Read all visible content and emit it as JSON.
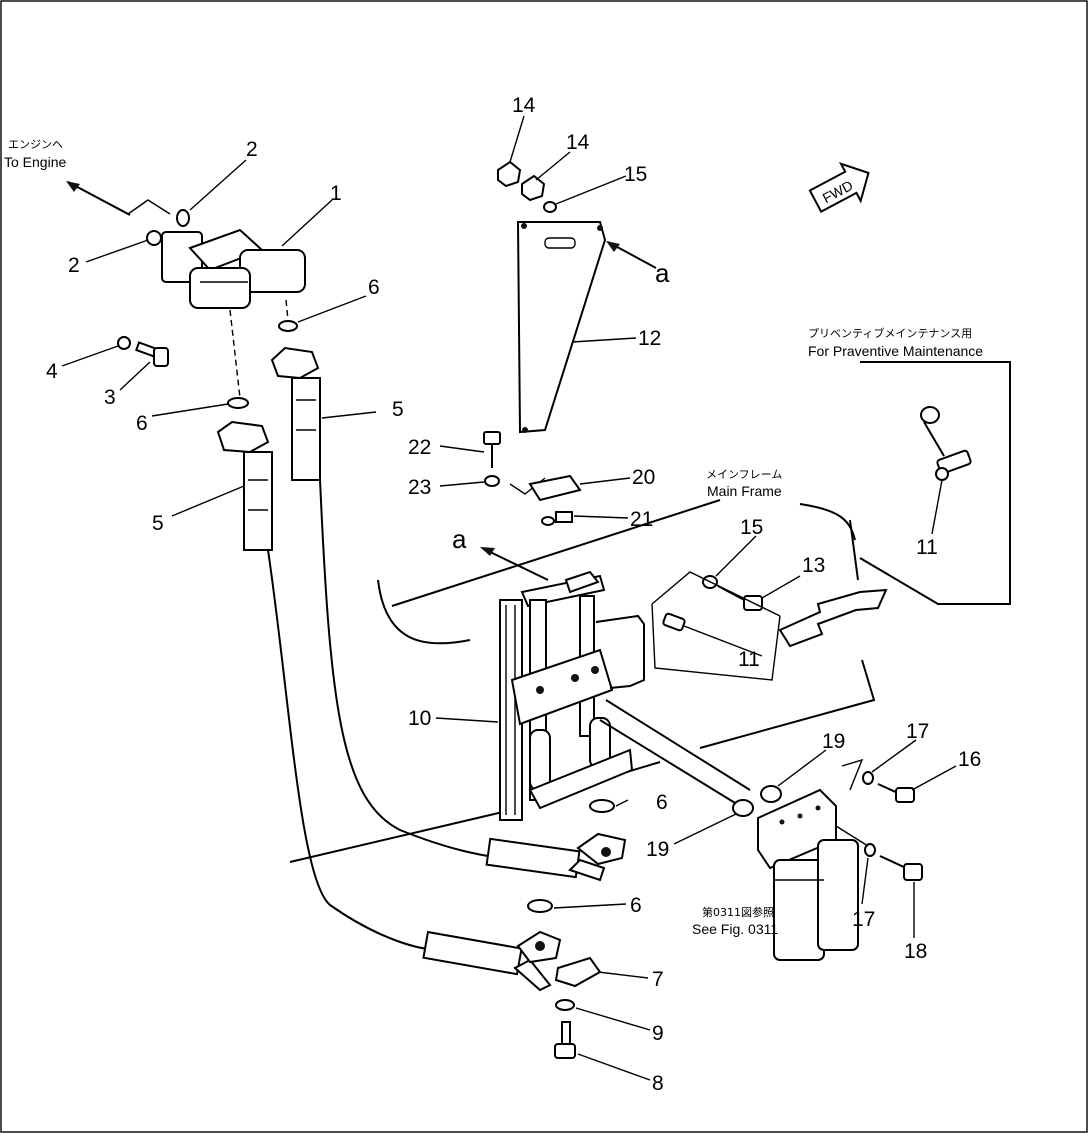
{
  "notes": {
    "to_engine_jp": "エンジンへ",
    "to_engine": "To Engine",
    "maintenance_jp": "プリベンティブメインテナンス用",
    "maintenance": "For Praventive Maintenance",
    "main_frame_jp": "メインフレーム",
    "main_frame": "Main Frame",
    "see_fig_jp": "第0311図参照",
    "see_fig": "See Fig. 0311",
    "fwd": "FWD",
    "view_a": "a"
  },
  "part_numbers": [
    {
      "id": "callout-1",
      "text": "1"
    },
    {
      "id": "callout-2a",
      "text": "2"
    },
    {
      "id": "callout-2b",
      "text": "2"
    },
    {
      "id": "callout-3",
      "text": "3"
    },
    {
      "id": "callout-4",
      "text": "4"
    },
    {
      "id": "callout-5a",
      "text": "5"
    },
    {
      "id": "callout-5b",
      "text": "5"
    },
    {
      "id": "callout-6a",
      "text": "6"
    },
    {
      "id": "callout-6b",
      "text": "6"
    },
    {
      "id": "callout-6c",
      "text": "6"
    },
    {
      "id": "callout-6d",
      "text": "6"
    },
    {
      "id": "callout-7",
      "text": "7"
    },
    {
      "id": "callout-8",
      "text": "8"
    },
    {
      "id": "callout-9",
      "text": "9"
    },
    {
      "id": "callout-10",
      "text": "10"
    },
    {
      "id": "callout-11a",
      "text": "11"
    },
    {
      "id": "callout-11b",
      "text": "11"
    },
    {
      "id": "callout-12",
      "text": "12"
    },
    {
      "id": "callout-13",
      "text": "13"
    },
    {
      "id": "callout-14a",
      "text": "14"
    },
    {
      "id": "callout-14b",
      "text": "14"
    },
    {
      "id": "callout-15a",
      "text": "15"
    },
    {
      "id": "callout-15b",
      "text": "15"
    },
    {
      "id": "callout-16",
      "text": "16"
    },
    {
      "id": "callout-17a",
      "text": "17"
    },
    {
      "id": "callout-17b",
      "text": "17"
    },
    {
      "id": "callout-18",
      "text": "18"
    },
    {
      "id": "callout-19a",
      "text": "19"
    },
    {
      "id": "callout-19b",
      "text": "19"
    },
    {
      "id": "callout-20",
      "text": "20"
    },
    {
      "id": "callout-21",
      "text": "21"
    },
    {
      "id": "callout-22",
      "text": "22"
    },
    {
      "id": "callout-23",
      "text": "23"
    }
  ]
}
